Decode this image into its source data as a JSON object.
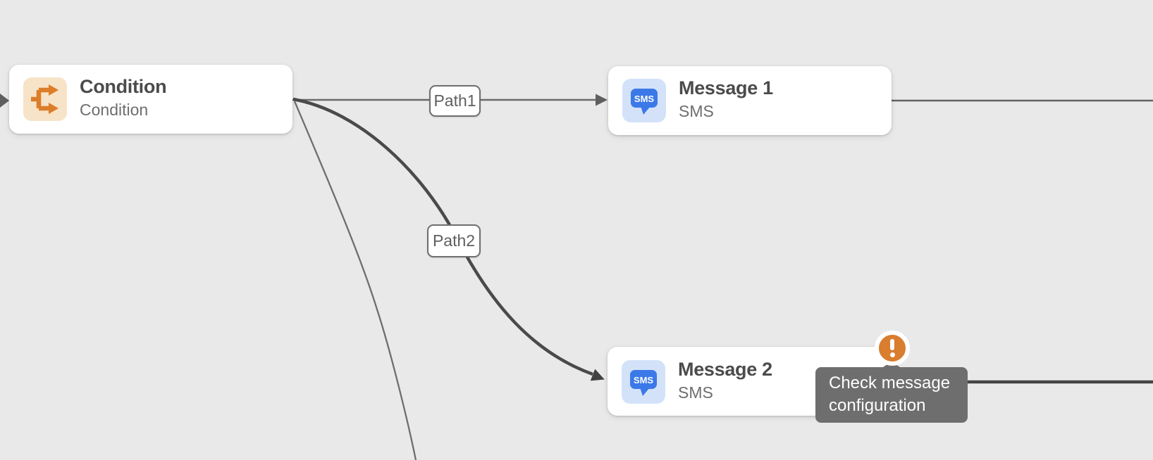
{
  "canvas": {
    "background": "#e9e9e9"
  },
  "nodes": {
    "condition": {
      "title": "Condition",
      "subtitle": "Condition",
      "icon": "branch-split-icon"
    },
    "message1": {
      "title": "Message 1",
      "subtitle": "SMS",
      "icon": "sms-chat-bubble-icon"
    },
    "message2": {
      "title": "Message 2",
      "subtitle": "SMS",
      "icon": "sms-chat-bubble-icon",
      "has_error": true
    }
  },
  "icons": {
    "sms_bubble_label": "SMS"
  },
  "edge_labels": {
    "path1": "Path1",
    "path2": "Path2"
  },
  "tooltip": {
    "line1": "Check message",
    "line2": "configuration"
  },
  "colors": {
    "background": "#e9e9e9",
    "card_bg": "#ffffff",
    "title_text": "#4b4b4b",
    "subtitle_text": "#6e6e6e",
    "edge_gray": "#6b6b6b",
    "edge_dark": "#4a4a4a",
    "condition_icon_bg": "#f6e3c8",
    "condition_icon_glyph": "#dd7d29",
    "sms_icon_bg": "#d3e2f9",
    "sms_icon_glyph": "#3b79e8",
    "error_badge": "#d97d2e",
    "tooltip_bg": "#6e6e6e"
  }
}
